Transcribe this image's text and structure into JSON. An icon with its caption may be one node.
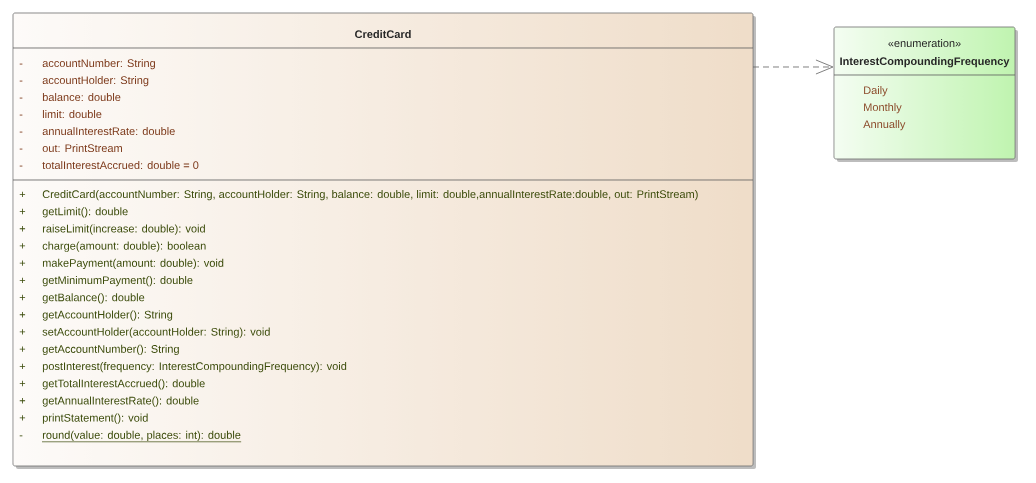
{
  "diagram": {
    "nodes": [
      {
        "text": [
          "CreditCard"
        ]
      },
      {
        "text": [
          "-",
          "accountNumber: String",
          "-",
          "accountHolder: String",
          "-",
          "balance: double",
          "-",
          "limit: double",
          "-",
          "annualInterestRate: double",
          "-",
          "out: PrintStream",
          "-",
          "totalInterestAccrued: double = 0"
        ],
        "in": 0
      },
      {
        "text": [
          "+",
          "CreditCard(accountNumber: String, accountHolder: String, balance: double, limit: double,annualInterestRate:double, out: PrintStream)",
          "+",
          "getLimit(): double",
          "+",
          "raiseLimit(increase: double): void",
          "+",
          "charge(amount: double): boolean",
          "+",
          "makePayment(amount: double): void",
          "+",
          "getMinimumPayment(): double",
          "+",
          "getBalance(): double",
          "+",
          "getAccountHolder(): String",
          "+",
          "setAccountHolder(accountHolder: String): void",
          "+",
          "getAccountNumber(): String",
          "+",
          "postInterest(frequency: InterestCompoundingFrequency): void",
          "+",
          "getTotalInterestAccrued(): double",
          "+",
          "getAnnualInterestRate(): double",
          "+",
          "printStatement(): void",
          "-",
          "round(value: double, places: int): double"
        ],
        "in": 0
      },
      {
        "text": [
          "«enumeration»",
          "InterestCompoundingFrequency"
        ]
      },
      {
        "text": [
          "Daily",
          "Monthly",
          "Annually"
        ],
        "in": 3
      }
    ],
    "edges": [
      {
        "from": 0,
        "to": 3,
        "arrow": "to",
        "style": "dashed"
      }
    ]
  }
}
